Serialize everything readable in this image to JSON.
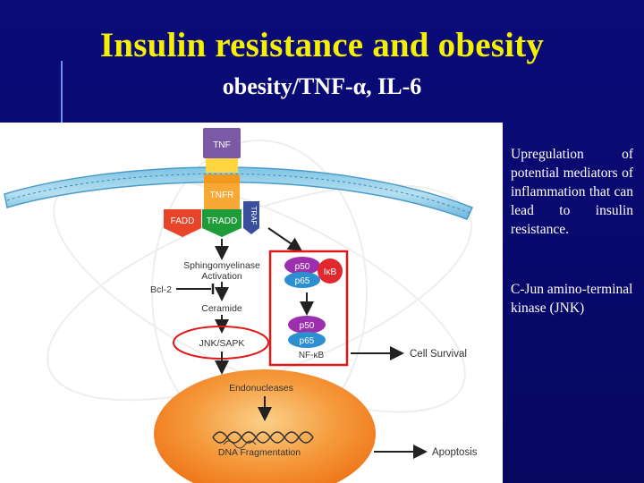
{
  "slide": {
    "title": "Insulin resistance and obesity",
    "subtitle": "obesity/TNF-α, IL-6",
    "notes": [
      "Upregulation of potential mediators of inflammation that can lead to insulin resistance.",
      "C-Jun amino-terminal kinase (JNK)"
    ]
  },
  "diagram": {
    "tnf": "TNF",
    "tnfr": "TNFR",
    "fadd": "FADD",
    "tradd": "TRADD",
    "traf": "TRAF",
    "sphingo_line1": "Sphingomyelinase",
    "sphingo_line2": "Activation",
    "bcl2": "Bcl-2",
    "ceramide": "Ceramide",
    "jnk": "JNK/SAPK",
    "p50": "p50",
    "p65": "p65",
    "ikb": "IκB",
    "nfkb": "NF-κB",
    "cell_survival": "Cell Survival",
    "endonucleases": "Endonucleases",
    "dna_fragmentation": "DNA Fragmentation",
    "apoptosis": "Apoptosis"
  },
  "colors": {
    "title": "#f5f000",
    "background": "#0a0a6e",
    "tnf_purple": "#7a5aa6",
    "tnfr_orange": "#f39a1e",
    "tradd_green": "#1f9b3a",
    "fadd_red": "#e8442a",
    "traf_blue": "#3a4f9c",
    "p50_purple": "#9b2fae",
    "p65_blue": "#2d8fd0",
    "ikb_red": "#e0282e",
    "highlight_red": "#e01818",
    "nucleus_orange": "#f07c1c"
  }
}
